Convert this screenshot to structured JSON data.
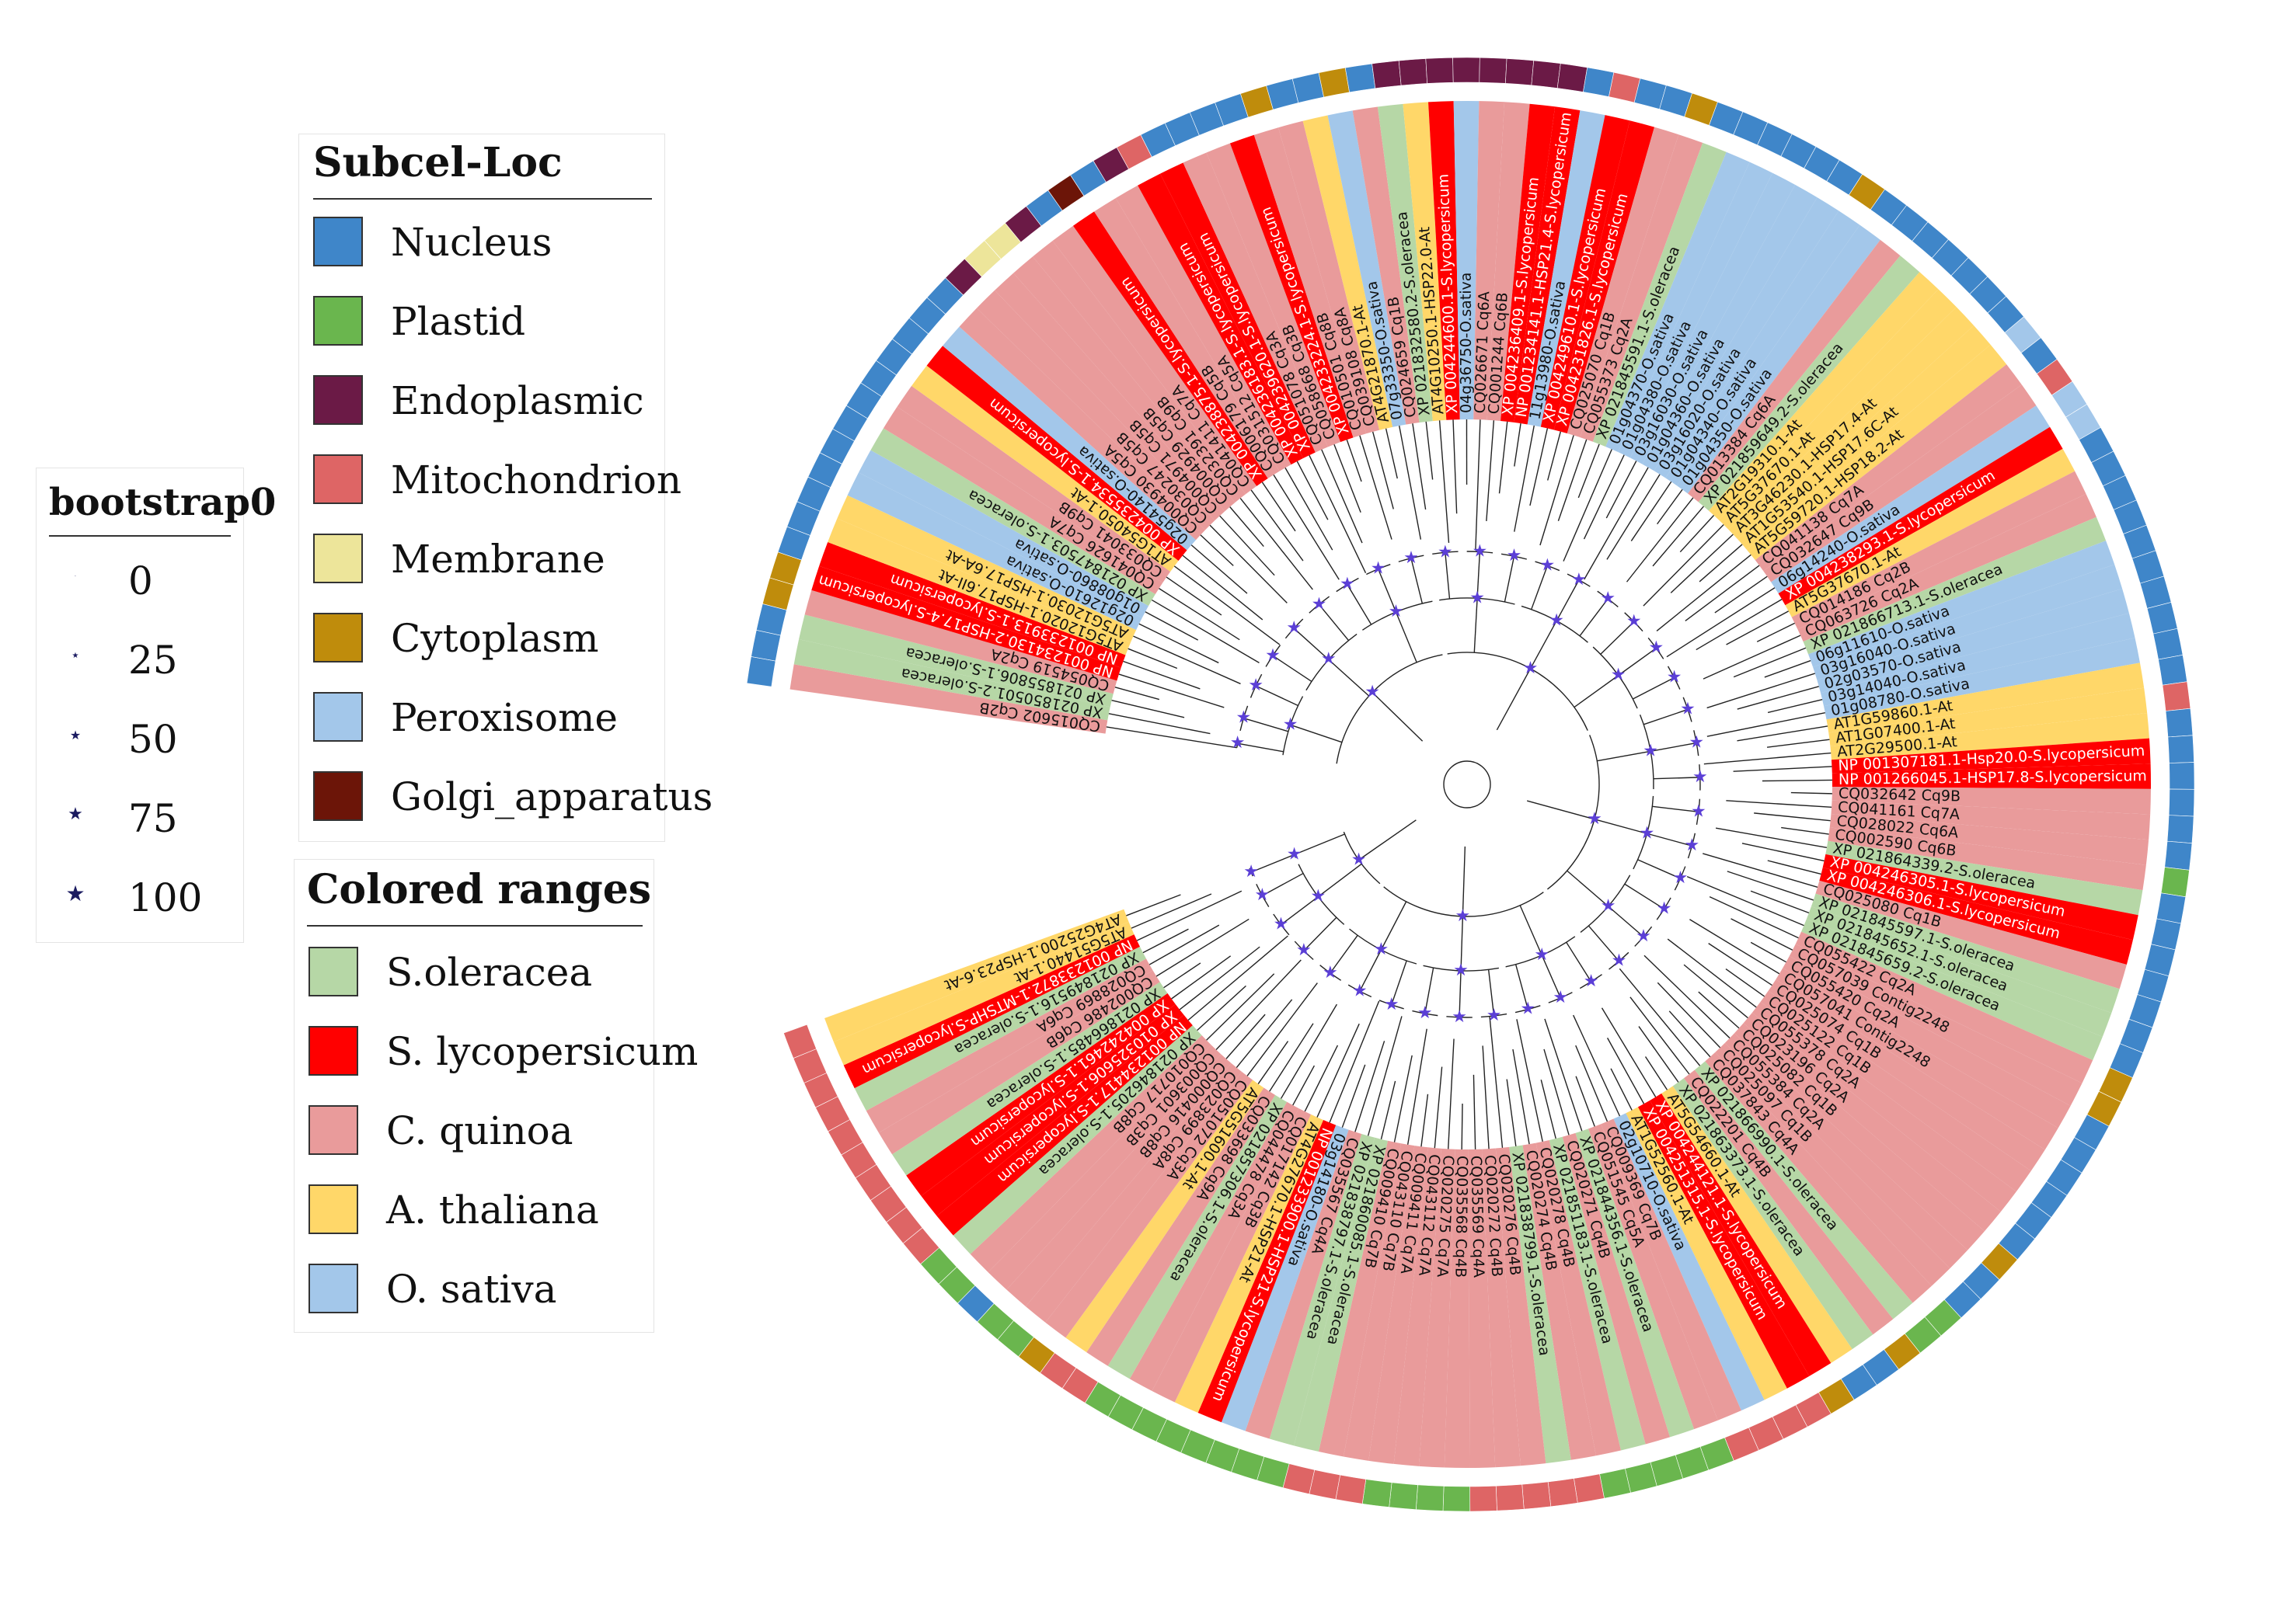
{
  "legends": {
    "bootstrap": {
      "title": "bootstrap0",
      "items": [
        {
          "label": "0",
          "size": 0
        },
        {
          "label": "25",
          "size": 1
        },
        {
          "label": "50",
          "size": 2
        },
        {
          "label": "75",
          "size": 3
        },
        {
          "label": "100",
          "size": 4
        }
      ]
    },
    "subcel": {
      "title": "Subcel-Loc",
      "items": [
        {
          "label": "Nucleus",
          "color": "#3f86c9"
        },
        {
          "label": "Plastid",
          "color": "#6ab64e"
        },
        {
          "label": "Endoplasmic",
          "color": "#6b1a46"
        },
        {
          "label": "Mitochondrion",
          "color": "#de6565"
        },
        {
          "label": "Membrane",
          "color": "#ede59a"
        },
        {
          "label": "Cytoplasm",
          "color": "#bf8c0c"
        },
        {
          "label": "Peroxisome",
          "color": "#a3c7ea"
        },
        {
          "label": "Golgi_apparatus",
          "color": "#6c1508"
        }
      ]
    },
    "ranges": {
      "title": "Colored ranges",
      "items": [
        {
          "label": "S.oleracea",
          "color": "#b6d7a6"
        },
        {
          "label": "S. lycopersicum",
          "color": "#ff0000"
        },
        {
          "label": "C. quinoa",
          "color": "#e99b9b"
        },
        {
          "label": "A. thaliana",
          "color": "#ffd769"
        },
        {
          "label": "O. sativa",
          "color": "#a3c7ea"
        }
      ]
    }
  },
  "tree": {
    "center_angle_note": "",
    "leaves": [
      {
        "label": "CQ015602 Cq2B",
        "species": "C. quinoa",
        "loc": "Nucleus"
      },
      {
        "label": "XP 021850501.2-S.oleracea",
        "species": "S.oleracea",
        "loc": "Nucleus"
      },
      {
        "label": "XP 021855806.1-S.oleracea",
        "species": "S.oleracea",
        "loc": "Nucleus"
      },
      {
        "label": "CQ054519 Cq2A",
        "species": "C. quinoa",
        "loc": "Cytoplasm"
      },
      {
        "label": "NP 001234130.2-HSP17.4-S.lycopersicum",
        "species": "S. lycopersicum",
        "loc": "Cytoplasm"
      },
      {
        "label": "NP 001233913.1-S.lycopersicum",
        "species": "S. lycopersicum",
        "loc": "Nucleus"
      },
      {
        "label": "AT5G12020.1-HSP17.6II-At",
        "species": "A. thaliana",
        "loc": "Nucleus"
      },
      {
        "label": "AT5G12030.1-HSP17.6A-At",
        "species": "A. thaliana",
        "loc": "Nucleus"
      },
      {
        "label": "02g12610-O.sativa",
        "species": "O. sativa",
        "loc": "Nucleus"
      },
      {
        "label": "01g08860-O.sativa",
        "species": "O. sativa",
        "loc": "Nucleus"
      },
      {
        "label": "XP 021847503.1-S.oleracea",
        "species": "S.oleracea",
        "loc": "Nucleus"
      },
      {
        "label": "CQ041626 Cq7A",
        "species": "C. quinoa",
        "loc": "Nucleus"
      },
      {
        "label": "CQ033041 Cq9B",
        "species": "C. quinoa",
        "loc": "Nucleus"
      },
      {
        "label": "AT1G54050.1-At",
        "species": "A. thaliana",
        "loc": "Nucleus"
      },
      {
        "label": "XP 004235534.1-S.lycopersicum",
        "species": "S. lycopersicum",
        "loc": "Nucleus"
      },
      {
        "label": "02g54140-O.sativa",
        "species": "O. sativa",
        "loc": "Nucleus"
      },
      {
        "label": "CQ004930 Cq5A",
        "species": "C. quinoa",
        "loc": "Nucleus"
      },
      {
        "label": "CQ030247 Cq5B",
        "species": "C. quinoa",
        "loc": "Endoplasmic"
      },
      {
        "label": "CQ004971 Cq5B",
        "species": "C. quinoa",
        "loc": "Membrane"
      },
      {
        "label": "CQ004929 Cq5B",
        "species": "C. quinoa",
        "loc": "Membrane"
      },
      {
        "label": "CQ032391 Cq9B",
        "species": "C. quinoa",
        "loc": "Endoplasmic"
      },
      {
        "label": "CQ041411 Cq7A",
        "species": "C. quinoa",
        "loc": "Nucleus"
      },
      {
        "label": "XP 004238875.1-S.lycopersicum",
        "species": "S. lycopersicum",
        "loc": "Golgi_apparatus"
      },
      {
        "label": "CQ006179 Cq5B",
        "species": "C. quinoa",
        "loc": "Nucleus"
      },
      {
        "label": "CQ031512 Cq5A",
        "species": "C. quinoa",
        "loc": "Endoplasmic"
      },
      {
        "label": "XP 004236183.1-S.lycopersicum",
        "species": "S. lycopersicum",
        "loc": "Mitochondrion"
      },
      {
        "label": "XP 004239620.1-S.lycopersicum",
        "species": "S. lycopersicum",
        "loc": "Nucleus"
      },
      {
        "label": "CQ051078 Cq3A",
        "species": "C. quinoa",
        "loc": "Nucleus"
      },
      {
        "label": "CQ058668 Cq3B",
        "species": "C. quinoa",
        "loc": "Nucleus"
      },
      {
        "label": "XP 004233224.1-S.lycopersicum",
        "species": "S. lycopersicum",
        "loc": "Nucleus"
      },
      {
        "label": "CQ010501 Cq8B",
        "species": "C. quinoa",
        "loc": "Cytoplasm"
      },
      {
        "label": "CQ039108 Cq8A",
        "species": "C. quinoa",
        "loc": "Nucleus"
      },
      {
        "label": "AT4G21870.1-At",
        "species": "A. thaliana",
        "loc": "Nucleus"
      },
      {
        "label": "07g33350-O.sativa",
        "species": "O. sativa",
        "loc": "Cytoplasm"
      },
      {
        "label": "CQ024659 Cq1B",
        "species": "C. quinoa",
        "loc": "Nucleus"
      },
      {
        "label": "XP 021832580.2-S.oleracea",
        "species": "S.oleracea",
        "loc": "Endoplasmic"
      },
      {
        "label": "AT4G10250.1-HSP22.0-At",
        "species": "A. thaliana",
        "loc": "Endoplasmic"
      },
      {
        "label": "XP 004244600.1-S.lycopersicum",
        "species": "S. lycopersicum",
        "loc": "Endoplasmic"
      },
      {
        "label": "04g36750-O.sativa",
        "species": "O. sativa",
        "loc": "Endoplasmic"
      },
      {
        "label": "CQ026671 Cq6A",
        "species": "C. quinoa",
        "loc": "Endoplasmic"
      },
      {
        "label": "CQ001244 Cq6B",
        "species": "C. quinoa",
        "loc": "Endoplasmic"
      },
      {
        "label": "XP 004236409.1-S.lycopersicum",
        "species": "S. lycopersicum",
        "loc": "Endoplasmic"
      },
      {
        "label": "NP 001234141.1-HSP21.4-S.lycopersicum",
        "species": "S. lycopersicum",
        "loc": "Endoplasmic"
      },
      {
        "label": "11g13980-O.sativa",
        "species": "O. sativa",
        "loc": "Nucleus"
      },
      {
        "label": "XP 004249610.1-S.lycopersicum",
        "species": "S. lycopersicum",
        "loc": "Mitochondrion"
      },
      {
        "label": "XP 004231826.1-S.lycopersicum",
        "species": "S. lycopersicum",
        "loc": "Nucleus"
      },
      {
        "label": "CQ025070 Cq1B",
        "species": "C. quinoa",
        "loc": "Nucleus"
      },
      {
        "label": "CQ055373 Cq2A",
        "species": "C. quinoa",
        "loc": "Cytoplasm"
      },
      {
        "label": "XP 021845591.1-S.oleracea",
        "species": "S.oleracea",
        "loc": "Nucleus"
      },
      {
        "label": "01g04370-O.sativa",
        "species": "O. sativa",
        "loc": "Nucleus"
      },
      {
        "label": "01g04380-O.sativa",
        "species": "O. sativa",
        "loc": "Nucleus"
      },
      {
        "label": "03g16030-O.sativa",
        "species": "O. sativa",
        "loc": "Nucleus"
      },
      {
        "label": "01g04360-O.sativa",
        "species": "O. sativa",
        "loc": "Nucleus"
      },
      {
        "label": "03g16020-O.sativa",
        "species": "O. sativa",
        "loc": "Nucleus"
      },
      {
        "label": "01g04340-O.sativa",
        "species": "O. sativa",
        "loc": "Cytoplasm"
      },
      {
        "label": "01g04350-O.sativa",
        "species": "O. sativa",
        "loc": "Nucleus"
      },
      {
        "label": "CQ013384 Cq6A",
        "species": "C. quinoa",
        "loc": "Nucleus"
      },
      {
        "label": "XP 021859649.2-S.oleracea",
        "species": "S.oleracea",
        "loc": "Nucleus"
      },
      {
        "label": "AT2G19310.1-At",
        "species": "A. thaliana",
        "loc": "Nucleus"
      },
      {
        "label": "AT5G37670.1-At",
        "species": "A. thaliana",
        "loc": "Nucleus"
      },
      {
        "label": "AT3G46230.1-HSP17.4-At",
        "species": "A. thaliana",
        "loc": "Nucleus"
      },
      {
        "label": "AT1G53540.1-HSP17.6C-At",
        "species": "A. thaliana",
        "loc": "Nucleus"
      },
      {
        "label": "AT5G59720.1-HSP18.2-At",
        "species": "A. thaliana",
        "loc": "Peroxisome"
      },
      {
        "label": "CQ041138 Cq7A",
        "species": "C. quinoa",
        "loc": "Nucleus"
      },
      {
        "label": "CQ032647 Cq9B",
        "species": "C. quinoa",
        "loc": "Mitochondrion"
      },
      {
        "label": "06g14240-O.sativa",
        "species": "O. sativa",
        "loc": "Peroxisome"
      },
      {
        "label": "XP 004238293.1-S.lycopersicum",
        "species": "S. lycopersicum",
        "loc": "Peroxisome"
      },
      {
        "label": "AT5G37670.1-At",
        "species": "A. thaliana",
        "loc": "Nucleus"
      },
      {
        "label": "CQ014186 Cq2B",
        "species": "C. quinoa",
        "loc": "Nucleus"
      },
      {
        "label": "CQ063726 Cq2A",
        "species": "C. quinoa",
        "loc": "Nucleus"
      },
      {
        "label": "XP 021866713.1-S.oleracea",
        "species": "S.oleracea",
        "loc": "Nucleus"
      },
      {
        "label": "06g11610-O.sativa",
        "species": "O. sativa",
        "loc": "Nucleus"
      },
      {
        "label": "03g16040-O.sativa",
        "species": "O. sativa",
        "loc": "Nucleus"
      },
      {
        "label": "02g03570-O.sativa",
        "species": "O. sativa",
        "loc": "Nucleus"
      },
      {
        "label": "03g14040-O.sativa",
        "species": "O. sativa",
        "loc": "Nucleus"
      },
      {
        "label": "01g08780-O.sativa",
        "species": "O. sativa",
        "loc": "Nucleus"
      },
      {
        "label": "AT1G59860.1-At",
        "species": "A. thaliana",
        "loc": "Nucleus"
      },
      {
        "label": "AT1G07400.1-At",
        "species": "A. thaliana",
        "loc": "Mitochondrion"
      },
      {
        "label": "AT2G29500.1-At",
        "species": "A. thaliana",
        "loc": "Nucleus"
      },
      {
        "label": "NP 001307181.1-Hsp20.0-S.lycopersicum",
        "species": "S. lycopersicum",
        "loc": "Nucleus"
      },
      {
        "label": "NP 001266045.1-HSP17.8-S.lycopersicum",
        "species": "S. lycopersicum",
        "loc": "Nucleus"
      },
      {
        "label": "CQ032642 Cq9B",
        "species": "C. quinoa",
        "loc": "Nucleus"
      },
      {
        "label": "CQ041161 Cq7A",
        "species": "C. quinoa",
        "loc": "Nucleus"
      },
      {
        "label": "CQ028022 Cq6A",
        "species": "C. quinoa",
        "loc": "Nucleus"
      },
      {
        "label": "CQ002590 Cq6B",
        "species": "C. quinoa",
        "loc": "Plastid"
      },
      {
        "label": "XP 021864339.2-S.oleracea",
        "species": "S.oleracea",
        "loc": "Nucleus"
      },
      {
        "label": "XP 004246305.1-S.lycopersicum",
        "species": "S. lycopersicum",
        "loc": "Nucleus"
      },
      {
        "label": "XP 004246306.1-S.lycopersicum",
        "species": "S. lycopersicum",
        "loc": "Nucleus"
      },
      {
        "label": "CQ025080 Cq1B",
        "species": "C. quinoa",
        "loc": "Nucleus"
      },
      {
        "label": "XP 021845597.1-S.oleracea",
        "species": "S.oleracea",
        "loc": "Nucleus"
      },
      {
        "label": "XP 021845652.1-S.oleracea",
        "species": "S.oleracea",
        "loc": "Nucleus"
      },
      {
        "label": "XP 021845659.2-S.oleracea",
        "species": "S.oleracea",
        "loc": "Nucleus"
      },
      {
        "label": "CQ055422 Cq2A",
        "species": "C. quinoa",
        "loc": "Cytoplasm"
      },
      {
        "label": "CQ057039 Contig2248",
        "species": "C. quinoa",
        "loc": "Cytoplasm"
      },
      {
        "label": "CQ055420 Cq2A",
        "species": "C. quinoa",
        "loc": "Nucleus"
      },
      {
        "label": "CQ057041 Contig2248",
        "species": "C. quinoa",
        "loc": "Nucleus"
      },
      {
        "label": "CQ025074 Cq1B",
        "species": "C. quinoa",
        "loc": "Nucleus"
      },
      {
        "label": "CQ025122 Cq1B",
        "species": "C. quinoa",
        "loc": "Nucleus"
      },
      {
        "label": "CQ055378 Cq2A",
        "species": "C. quinoa",
        "loc": "Nucleus"
      },
      {
        "label": "CQ023196 Cq2A",
        "species": "C. quinoa",
        "loc": "Nucleus"
      },
      {
        "label": "CQ025082 Cq1B",
        "species": "C. quinoa",
        "loc": "Cytoplasm"
      },
      {
        "label": "CQ055384 Cq2A",
        "species": "C. quinoa",
        "loc": "Nucleus"
      },
      {
        "label": "CQ025097 Cq1B",
        "species": "C. quinoa",
        "loc": "Nucleus"
      },
      {
        "label": "CQ037843 Cq4A",
        "species": "C. quinoa",
        "loc": "Plastid"
      },
      {
        "label": "XP 021866990.1-S.oleracea",
        "species": "S.oleracea",
        "loc": "Plastid"
      },
      {
        "label": "CQ022201 Cq4B",
        "species": "C. quinoa",
        "loc": "Cytoplasm"
      },
      {
        "label": "XP 021863373.1-S.oleracea",
        "species": "S.oleracea",
        "loc": "Nucleus"
      },
      {
        "label": "AT5G54660.1-At",
        "species": "A. thaliana",
        "loc": "Nucleus"
      },
      {
        "label": "XP 004244121.1-S.lycopersicum",
        "species": "S. lycopersicum",
        "loc": "Cytoplasm"
      },
      {
        "label": "XP 004251315.1-S.lycopersicum",
        "species": "S. lycopersicum",
        "loc": "Mitochondrion"
      },
      {
        "label": "AT1G52560.1-At",
        "species": "A. thaliana",
        "loc": "Mitochondrion"
      },
      {
        "label": "02g10710-O.sativa",
        "species": "O. sativa",
        "loc": "Mitochondrion"
      },
      {
        "label": "CQ009369 Cq7B",
        "species": "C. quinoa",
        "loc": "Mitochondrion"
      },
      {
        "label": "CQ051545 Cq5A",
        "species": "C. quinoa",
        "loc": "Plastid"
      },
      {
        "label": "XP 021844356.1-S.oleracea",
        "species": "S.oleracea",
        "loc": "Plastid"
      },
      {
        "label": "CQ020271 Cq4B",
        "species": "C. quinoa",
        "loc": "Plastid"
      },
      {
        "label": "XP 021851183.1-S.oleracea",
        "species": "S.oleracea",
        "loc": "Plastid"
      },
      {
        "label": "CQ020278 Cq4B",
        "species": "C. quinoa",
        "loc": "Plastid"
      },
      {
        "label": "CQ020274 Cq4B",
        "species": "C. quinoa",
        "loc": "Mitochondrion"
      },
      {
        "label": "XP 021838799.1-S.oleracea",
        "species": "S.oleracea",
        "loc": "Mitochondrion"
      },
      {
        "label": "CQ020276 Cq4B",
        "species": "C. quinoa",
        "loc": "Mitochondrion"
      },
      {
        "label": "CQ020272 Cq4B",
        "species": "C. quinoa",
        "loc": "Mitochondrion"
      },
      {
        "label": "CQ035569 Cq4A",
        "species": "C. quinoa",
        "loc": "Mitochondrion"
      },
      {
        "label": "CQ035568 Cq4B",
        "species": "C. quinoa",
        "loc": "Plastid"
      },
      {
        "label": "CQ020275 Cq7A",
        "species": "C. quinoa",
        "loc": "Plastid"
      },
      {
        "label": "CQ043112 Cq7A",
        "species": "C. quinoa",
        "loc": "Plastid"
      },
      {
        "label": "CQ009411 Cq7A",
        "species": "C. quinoa",
        "loc": "Plastid"
      },
      {
        "label": "CQ043110 Cq7B",
        "species": "C. quinoa",
        "loc": "Mitochondrion"
      },
      {
        "label": "CQ009410 Cq7B",
        "species": "C. quinoa",
        "loc": "Mitochondrion"
      },
      {
        "label": "XP 021860085.1-S.oleracea",
        "species": "S.oleracea",
        "loc": "Mitochondrion"
      },
      {
        "label": "XP 021838797.1-S.oleracea",
        "species": "S.oleracea",
        "loc": "Plastid"
      },
      {
        "label": "CQ035567 Cq4A",
        "species": "C. quinoa",
        "loc": "Plastid"
      },
      {
        "label": "03g14180-O.sativa",
        "species": "O. sativa",
        "loc": "Plastid"
      },
      {
        "label": "NP 001233900.1-HSP21-S.lycopersicum",
        "species": "S. lycopersicum",
        "loc": "Plastid"
      },
      {
        "label": "AT4G27670.1-HSP21-At",
        "species": "A. thaliana",
        "loc": "Plastid"
      },
      {
        "label": "CQ017142 Cq3B",
        "species": "C. quinoa",
        "loc": "Plastid"
      },
      {
        "label": "CQ044478 Cq3A",
        "species": "C. quinoa",
        "loc": "Plastid"
      },
      {
        "label": "XP 021857306.1-S.oleracea",
        "species": "S.oleracea",
        "loc": "Plastid"
      },
      {
        "label": "CQ033698 Cq9A",
        "species": "C. quinoa",
        "loc": "Mitochondrion"
      },
      {
        "label": "AT5G51600.1-At",
        "species": "A. thaliana",
        "loc": "Mitochondrion"
      },
      {
        "label": "CQ051072 Cq3A",
        "species": "C. quinoa",
        "loc": "Cytoplasm"
      },
      {
        "label": "CQ023899 Cq8A",
        "species": "C. quinoa",
        "loc": "Plastid"
      },
      {
        "label": "CQ000416 Cq8B",
        "species": "C. quinoa",
        "loc": "Plastid"
      },
      {
        "label": "CQ003601 Cq3B",
        "species": "C. quinoa",
        "loc": "Nucleus"
      },
      {
        "label": "CQ010717 Cq8B",
        "species": "C. quinoa",
        "loc": "Plastid"
      },
      {
        "label": "XP 021846205.1-S.oleracea",
        "species": "S.oleracea",
        "loc": "Plastid"
      },
      {
        "label": "NP 001234417.1-S.lycopersicum",
        "species": "S. lycopersicum",
        "loc": "Mitochondrion"
      },
      {
        "label": "XP 010325606.1-S.lycopersicum",
        "species": "S. lycopersicum",
        "loc": "Mitochondrion"
      },
      {
        "label": "XP 004242461.1-S.lycopersicum",
        "species": "S. lycopersicum",
        "loc": "Mitochondrion"
      },
      {
        "label": "XP 021866485.1-S.oleracea",
        "species": "S.oleracea",
        "loc": "Mitochondrion"
      },
      {
        "label": "CQ002486 Cq6B",
        "species": "C. quinoa",
        "loc": "Mitochondrion"
      },
      {
        "label": "CQ028869 Cq6A",
        "species": "C. quinoa",
        "loc": "Mitochondrion"
      },
      {
        "label": "XP 021849516.1-S.oleracea",
        "species": "S.oleracea",
        "loc": "Mitochondrion"
      },
      {
        "label": "NP 001233872.1-MTSHP-S.lycopersicum",
        "species": "S. lycopersicum",
        "loc": "Mitochondrion"
      },
      {
        "label": "AT5G51440.1-At",
        "species": "A. thaliana",
        "loc": "Mitochondrion"
      },
      {
        "label": "AT4G25200.1-HSP23.6-At",
        "species": "A. thaliana",
        "loc": "Mitochondrion"
      }
    ]
  }
}
